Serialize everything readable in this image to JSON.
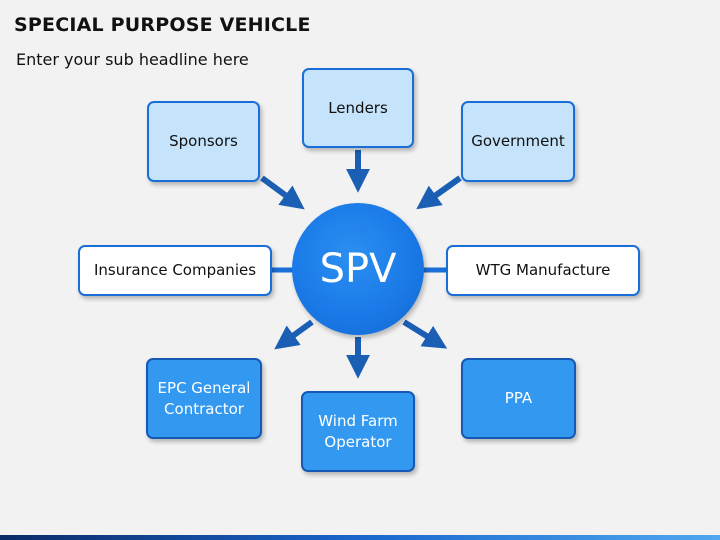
{
  "header": {
    "title": "SPECIAL PURPOSE VEHICLE",
    "subtitle": "Enter your sub headline here"
  },
  "center": {
    "label": "SPV"
  },
  "nodes": {
    "lenders": "Lenders",
    "sponsors": "Sponsors",
    "government": "Government",
    "insurance": "Insurance Companies",
    "wtg": "WTG Manufacture",
    "epc": "EPC General\nContractor",
    "wind_farm": "Wind Farm\nOperator",
    "ppa": "PPA"
  },
  "colors": {
    "arrow": "#1a5fb4",
    "center": "#1a7ae8",
    "light_box": "#c5e4fb",
    "dark_box": "#3399f0",
    "border": "#1a6ed8"
  }
}
